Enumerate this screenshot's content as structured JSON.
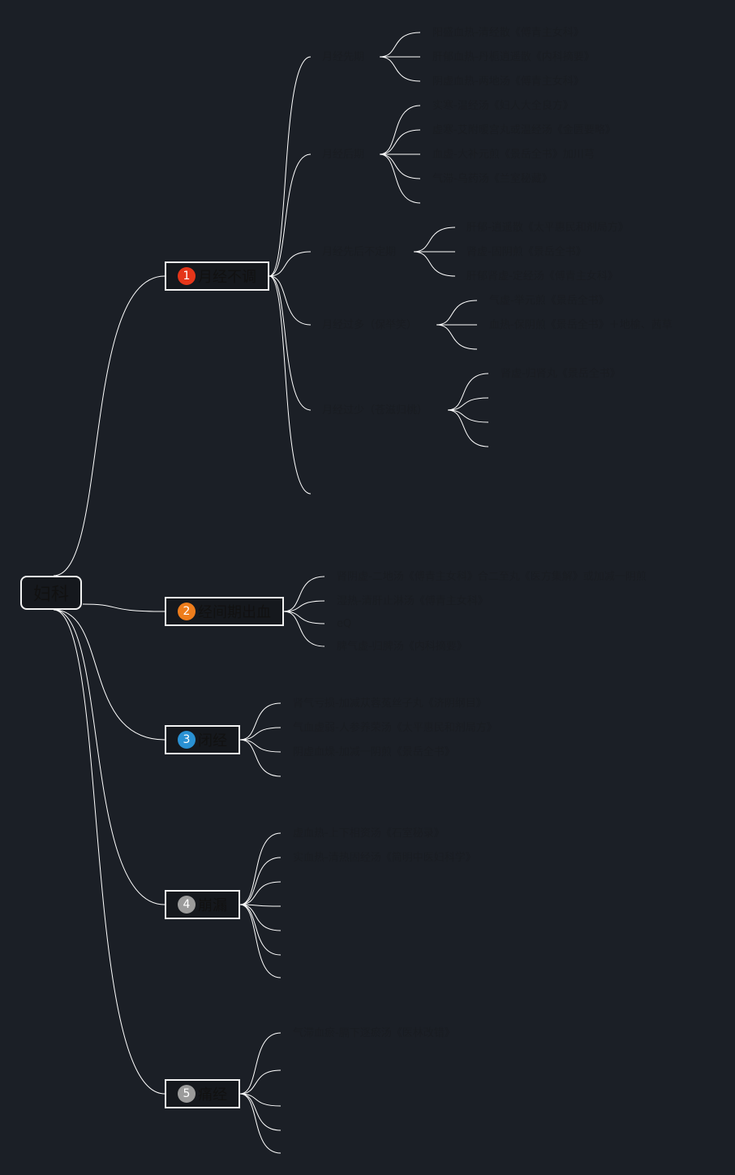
{
  "root": {
    "label": "妇科"
  },
  "colors": {
    "background": "#1b1f26",
    "connector": "#ffffff",
    "badge_1": "#e5361a",
    "badge_2": "#ee7d1c",
    "badge_3": "#2a91d3",
    "badge_4": "#9b9b9b",
    "badge_5": "#9b9b9b"
  },
  "branches": [
    {
      "number": "1",
      "label": "月经不调",
      "subtopics": [
        {
          "label": "月经先期",
          "leaves": [
            "阳盛血热-清经散《傅青主女科》",
            "肝郁血热-丹栀逍遥散《内科摘要》",
            "阴虚血热-两地汤《傅青主女科》"
          ]
        },
        {
          "label": "月经后期",
          "leaves": [
            "实寒-温经汤《妇人大全良方》",
            "虚寒-艾附暖宫丸或温经汤《金匮要略》",
            "血虚-大补元煎《景岳全书》加川芎",
            "气滞-乌药汤《兰室秘藏》",
            ""
          ]
        },
        {
          "label": "月经先后不定期",
          "leaves": [
            "肝郁-逍遥散《太平惠民和剂局方》",
            "肾虚-固阴煎《景岳全书》",
            "肝郁肾虚-定经汤《傅青主女科》"
          ]
        },
        {
          "label": "月经过多（保举笑）",
          "leaves": [
            "气虚-举元煎《景岳全书》",
            "血热-保阴煎《景岳全书》＋地榆、茜草",
            ""
          ]
        },
        {
          "label": "月经过少（苍滋归桃）",
          "leaves": [
            "肾虚-归肾丸《景岳全书》",
            "",
            "",
            ""
          ]
        },
        {
          "label": "",
          "leaves": []
        }
      ]
    },
    {
      "number": "2",
      "label": "经间期出血",
      "leaves": [
        "肾阴虚-二地汤《傅青主女科》合二至丸《医方集解》或加减一阴煎",
        "湿热-清肝止淋汤《傅青主女科》",
        "eQ",
        "脾气虚-归脾汤《内科摘要》"
      ]
    },
    {
      "number": "3",
      "label": "闭经",
      "leaves": [
        "肾气亏损-加减苁蓉菟丝子丸《济阴纲目》",
        "气血虚弱-人参养荣汤《太平惠民和剂局方》",
        "阴虚血燥-加减一阴煎《景岳全书》",
        ""
      ]
    },
    {
      "number": "4",
      "label": "崩漏",
      "leaves": [
        "虚血热-上下相资汤《石室秘录》",
        "实血热-清热固经汤《简明中医妇科学》",
        "",
        "",
        "",
        "",
        ""
      ]
    },
    {
      "number": "5",
      "label": "痛经",
      "leaves": [
        "气滞血瘀-膈下逐瘀汤《医林改错》",
        "",
        "",
        "",
        ""
      ]
    }
  ]
}
